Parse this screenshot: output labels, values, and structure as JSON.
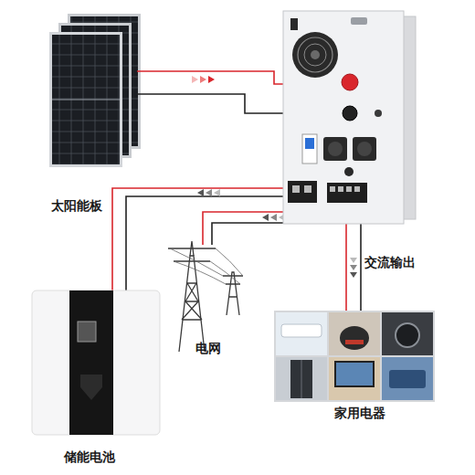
{
  "diagram": {
    "nodes": [
      {
        "text": [
          "太阳能板"
        ]
      },
      {
        "text": [
          "电网"
        ]
      },
      {
        "text": [
          "家用电器"
        ]
      },
      {
        "text": [
          "储能电池"
        ]
      }
    ],
    "labels": [
      "交流输出"
    ]
  }
}
